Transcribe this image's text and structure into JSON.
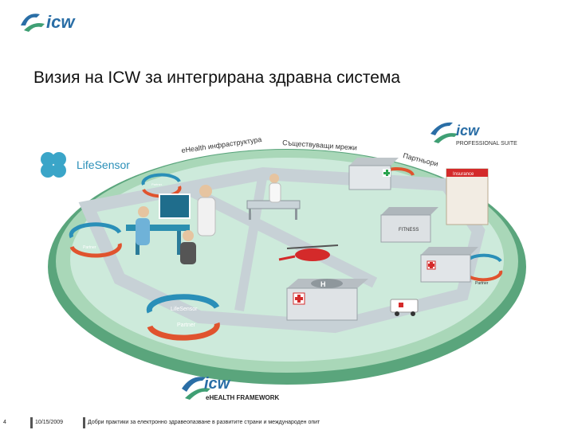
{
  "header": {
    "logo_text": "icw",
    "title": "Визия на ICW за интегрирана здравна система"
  },
  "diagram": {
    "label_ehealth": "eHealth инфраструктура",
    "label_existing": "Съществуващи мрежи",
    "label_partners": "Партньори",
    "lifesensor_brand": "LifeSensor",
    "professional_suite_logo": "icw",
    "professional_suite_text": "PROFESSIONAL SUITE",
    "framework_logo": "icw",
    "framework_text": "eHEALTH FRAMEWORK",
    "insurance_label": "Insurance",
    "fitness_label": "FITNESS",
    "partner_label": "Partner",
    "lifesensor_small": "LifeSensor"
  },
  "footer": {
    "page_number": "4",
    "date": "10/15/2009",
    "caption": "Добри практики за електронно здравеопазване в развитите страни и международен опит"
  },
  "colors": {
    "brand_green": "#3f9f74",
    "brand_blue": "#2a6ea6",
    "platform_green": "#6cb48d",
    "road_grey": "#d8dde0",
    "red": "#d42a2a"
  }
}
